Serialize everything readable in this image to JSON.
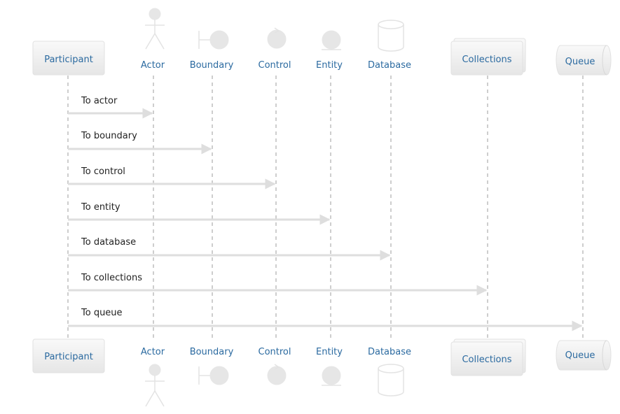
{
  "participants": [
    {
      "type": "participant",
      "label": "Participant"
    },
    {
      "type": "actor",
      "label": "Actor"
    },
    {
      "type": "boundary",
      "label": "Boundary"
    },
    {
      "type": "control",
      "label": "Control"
    },
    {
      "type": "entity",
      "label": "Entity"
    },
    {
      "type": "database",
      "label": "Database"
    },
    {
      "type": "collections",
      "label": "Collections"
    },
    {
      "type": "queue",
      "label": "Queue"
    }
  ],
  "messages": [
    {
      "text": "To actor",
      "to": "Actor"
    },
    {
      "text": "To boundary",
      "to": "Boundary"
    },
    {
      "text": "To control",
      "to": "Control"
    },
    {
      "text": "To entity",
      "to": "Entity"
    },
    {
      "text": "To database",
      "to": "Database"
    },
    {
      "text": "To collections",
      "to": "Collections"
    },
    {
      "text": "To queue",
      "to": "Queue"
    }
  ],
  "colors": {
    "label": "#2b6aa0",
    "message_text": "#222222",
    "arrow": "#dedede",
    "shape_fill": "#e6e6e6",
    "lifeline": "#9e9e9e"
  }
}
